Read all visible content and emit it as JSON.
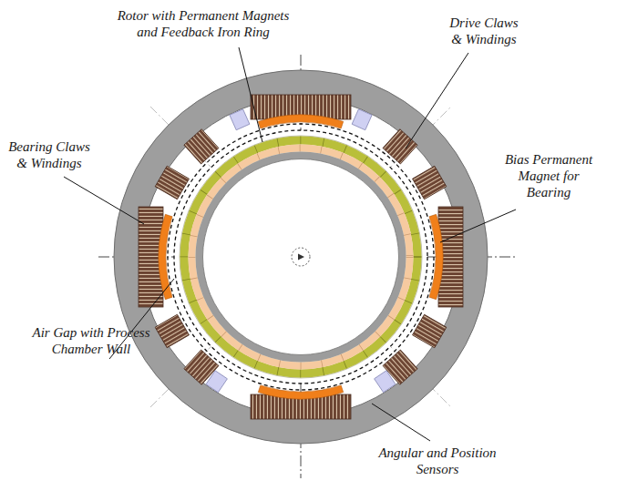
{
  "diagram": {
    "labels": [
      "Rotor with Permanent Magnets and Feedback Iron Ring",
      "Drive Claws & Windings",
      "Bearing Claws & Windings",
      "Bias Permanent Magnet for Bearing",
      "Air Gap with Process Chamber Wall",
      "Angular and Position Sensors"
    ]
  }
}
